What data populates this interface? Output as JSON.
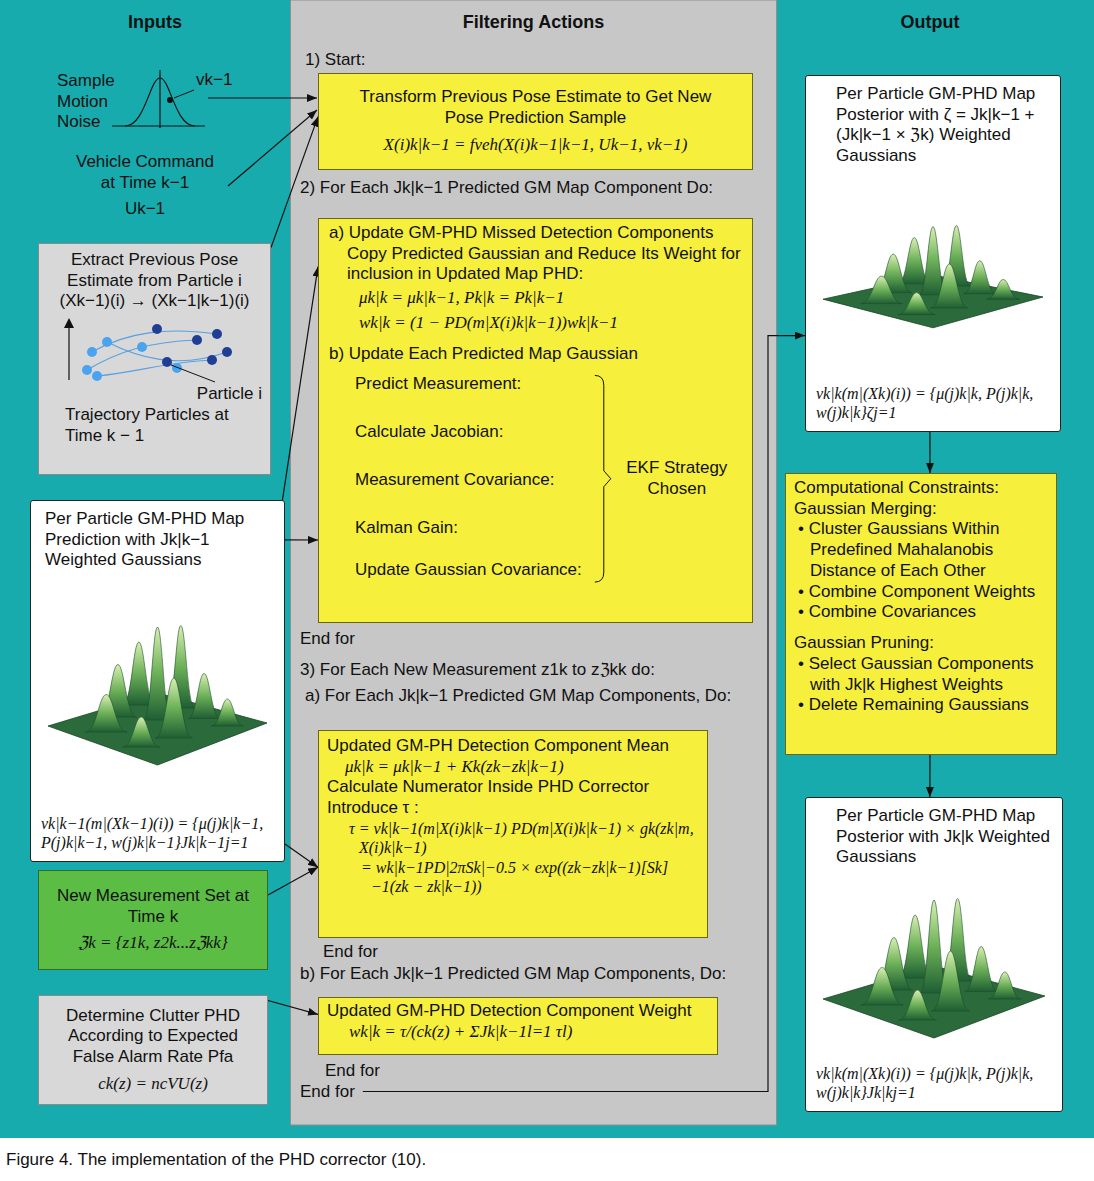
{
  "diagram": {
    "caption": "Figure 4. The implementation of the PHD corrector (10).",
    "nodes": [
      {
        "text": [
          "Filtering Actions",
          "1) Start:",
          "2) For Each Jk|k−1 Predicted GM Map Component Do:",
          "End for",
          "3) For Each New Measurement z1k to zℨkk do:",
          "a) For Each Jk|k−1 Predicted GM Map Components, Do:",
          "End for",
          "b) For Each Jk|k−1 Predicted GM Map Components, Do:",
          "End for",
          "End for"
        ]
      },
      {
        "text": [
          "Transform Previous Pose Estimate to Get New Pose Prediction Sample",
          "X(i)k|k−1 = fveh(X(i)k−1|k−1, Uk−1, vk−1)"
        ],
        "in": 0
      },
      {
        "text": [
          "a) Update GM-PHD Missed Detection Components Copy Predicted Gaussian and Reduce Its Weight for inclusion in Updated Map PHD:",
          "μk|k = μk|k−1, Pk|k = Pk|k−1",
          "wk|k = (1 − PD(m|X(i)k|k−1))wk|k−1",
          "b) Update Each Predicted Map Gaussian",
          "Predict Measurement:",
          "Calculate Jacobian:",
          "Measurement Covariance:",
          "Kalman Gain:",
          "Update Gaussian Covariance:",
          "EKF Strategy Chosen"
        ],
        "in": 0
      },
      {
        "text": [
          "Updated GM-PH Detection Component Mean",
          "μk|k = μk|k−1 + Kk(zk−zk|k−1)",
          "Calculate Numerator Inside PHD Corrector",
          "Introduce τ :",
          "τ = vk|k−1(m|X(i)k|k−1) PD(m|X(i)k|k−1) × gk(zk|m, X(i)k|k−1)",
          "= wk|k−1PD|2πSk|−0.5 × exp((zk−zk|k−1)[Sk]−1(zk − zk|k−1))"
        ],
        "in": 0
      },
      {
        "text": [
          "Updated GM-PHD Detection Component Weight",
          "wk|k = τ/(ck(z) + ΣJk|k−1l=1 τl)"
        ],
        "in": 0
      },
      {
        "text": [
          "Extract Previous Pose Estimate from Particle i (Xk−1)(i) → (Xk−1|k−1)(i)",
          "Particle i",
          "Trajectory Particles at Time k − 1"
        ]
      },
      {
        "text": [
          "Per Particle GM-PHD Map Prediction with Jk|k−1 Weighted Gaussians",
          "vk|k−1(m|(Xk−1)(i)) = {μ(j)k|k−1, P(j)k|k−1, w(j)k|k−1}Jk|k−1j=1"
        ]
      },
      {
        "text": [
          "New Measurement Set at Time k",
          "ℨk = {z1k, z2k...zℨkk}"
        ]
      },
      {
        "text": [
          "Determine Clutter PHD According to Expected False Alarm Rate Pfa",
          "ck(z) = ncVU(z)"
        ]
      },
      {
        "text": [
          "Per Particle GM-PHD Map Posterior with ζ = Jk|k−1 + (Jk|k−1 × ℨk) Weighted Gaussians",
          "vk|k(m|(Xk)(i)) = {μ(j)k|k, P(j)k|k, w(j)k|k}ζj=1"
        ]
      },
      {
        "text": [
          "Computational Constraints:",
          "Gaussian Merging:",
          "• Cluster Gaussians Within Predefined Mahalanobis Distance of Each Other",
          "• Combine Component Weights",
          "• Combine Covariances",
          "Gaussian Pruning:",
          "• Select Gaussian Components with Jk|k Highest Weights",
          "• Delete Remaining Gaussians"
        ]
      },
      {
        "text": [
          "Per Particle GM-PHD Map Posterior with Jk|k Weighted Gaussians",
          "vk|k(m|(Xk)(i)) = {μ(j)k|k, P(j)k|k, w(j)k|k}Jk|kj=1"
        ]
      }
    ],
    "edges": [
      {
        "from": 5,
        "to": 1,
        "arrow": "to"
      },
      {
        "from": 6,
        "to": 2,
        "arrow": "to"
      },
      {
        "from": 6,
        "to": 2,
        "arrow": "to"
      },
      {
        "from": 6,
        "to": 3,
        "arrow": "to"
      },
      {
        "from": 7,
        "to": 3,
        "arrow": "to"
      },
      {
        "from": 8,
        "to": 4,
        "arrow": "to"
      },
      {
        "from": 0,
        "to": 9,
        "arrow": "to"
      },
      {
        "from": 9,
        "to": 10,
        "arrow": "to"
      },
      {
        "from": 10,
        "to": 11,
        "arrow": "to"
      }
    ],
    "labels": [
      "Inputs",
      "Output",
      "Sample Motion Noise",
      "vk−1",
      "Vehicle Command at Time k−1",
      "Uk−1"
    ]
  }
}
